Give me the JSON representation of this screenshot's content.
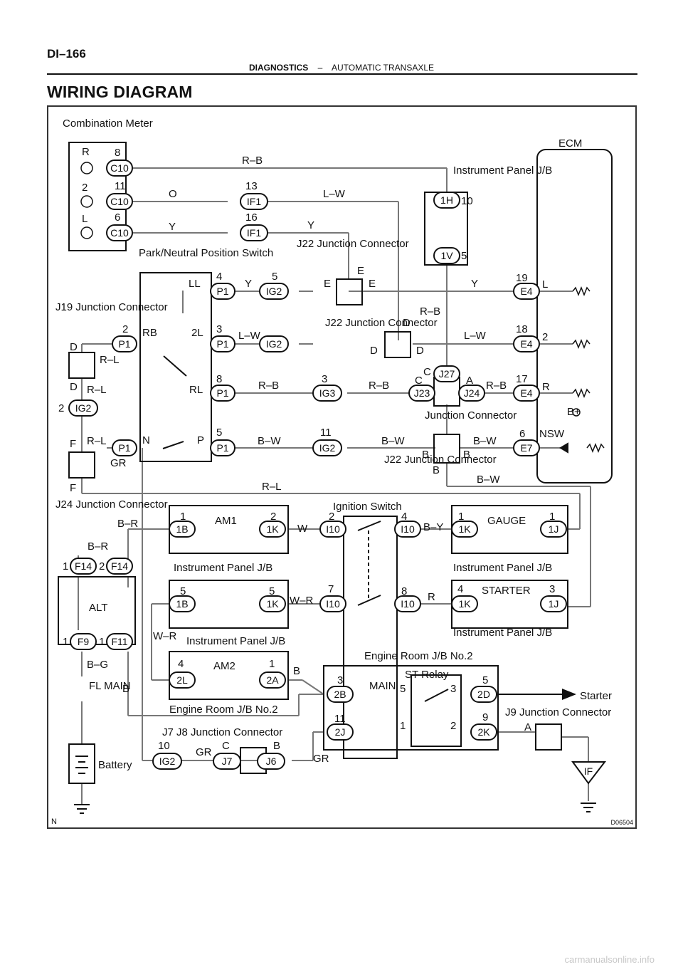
{
  "header": {
    "page_code": "DI–166",
    "section": "DIAGNOSTICS",
    "separator": "–",
    "subsection": "AUTOMATIC TRANSAXLE"
  },
  "title": "WIRING DIAGRAM",
  "figure_code": "D06504",
  "footer": "carmanualsonline.info",
  "diagram": {
    "components": [
      {
        "id": "combination-meter",
        "label": "Combination Meter"
      },
      {
        "id": "ecm",
        "label": "ECM"
      },
      {
        "id": "park-neutral-switch",
        "label": "Park/Neutral Position Switch"
      },
      {
        "id": "instrument-panel-jb",
        "label": "Instrument Panel J/B"
      },
      {
        "id": "j22-junction-connector",
        "label": "J22 Junction Connector"
      },
      {
        "id": "j19-junction-connector",
        "label": "J19 Junction Connector"
      },
      {
        "id": "j24-junction-connector",
        "label": "J24 Junction Connector"
      },
      {
        "id": "junction-connector",
        "label": "Junction Connector"
      },
      {
        "id": "ignition-switch",
        "label": "Ignition Switch"
      },
      {
        "id": "alternator",
        "label": "ALT"
      },
      {
        "id": "fl-main",
        "label": "FL MAIN"
      },
      {
        "id": "battery",
        "label": "Battery"
      },
      {
        "id": "am1-fuse",
        "label": "AM1"
      },
      {
        "id": "am2-fuse",
        "label": "AM2"
      },
      {
        "id": "gauge-fuse",
        "label": "GAUGE"
      },
      {
        "id": "starter-fuse",
        "label": "STARTER"
      },
      {
        "id": "main-fuse",
        "label": "MAIN"
      },
      {
        "id": "st-relay",
        "label": "ST Relay"
      },
      {
        "id": "engine-room-jb-2",
        "label": "Engine Room J/B No.2"
      },
      {
        "id": "j7-j8-junction-connector",
        "label": "J7 J8 Junction Connector"
      },
      {
        "id": "j9-junction-connector",
        "label": "J9 Junction Connector"
      },
      {
        "id": "starter",
        "label": "Starter"
      },
      {
        "id": "nsw",
        "label": "NSW"
      },
      {
        "id": "b-plus",
        "label": "B+"
      }
    ],
    "wire_colors": [
      "R–B",
      "L–W",
      "O",
      "Y",
      "R–L",
      "RB",
      "LL",
      "2L",
      "RL",
      "B–W",
      "GR",
      "B–R",
      "W",
      "B–Y",
      "W–R",
      "R",
      "B–G",
      "B",
      "E"
    ],
    "labels": {
      "meter_r": "R",
      "meter_2": "2",
      "meter_l": "L",
      "c10": "C10",
      "c10_pin8": "8",
      "c10_pin11": "11",
      "c10_pin6": "6",
      "if1": "IF1",
      "if1_pin13": "13",
      "if1_pin16": "16",
      "ip_jb_1h": "1H",
      "ip_jb_1v": "1V",
      "pin10": "10",
      "pin5": "5",
      "e4": "E4",
      "e7": "E7",
      "pin19": "19",
      "pin18": "18",
      "pin17": "17",
      "pin6": "6",
      "ecm_l": "L",
      "ecm_2": "2",
      "ecm_r": "R",
      "p1": "P1",
      "ig2": "IG2",
      "ig3": "IG3",
      "j23": "J23",
      "j24": "J24",
      "j27": "J27",
      "f14": "F14",
      "f9": "F9",
      "f11": "F11",
      "conn_1b": "1B",
      "conn_1k": "1K",
      "conn_1j": "1J",
      "conn_2l": "2L",
      "conn_2a": "2A",
      "conn_2b": "2B",
      "conn_2d": "2D",
      "conn_2j": "2J",
      "conn_2k": "2K",
      "i10": "I10",
      "j7": "J7",
      "j6": "J6",
      "if": "IF",
      "pin_d": "D",
      "pin_e": "E",
      "pin_b": "B",
      "pin_c": "C",
      "pin_a": "A",
      "pin_f": "F",
      "sw_n": "N",
      "sw_p": "P",
      "n1": "1",
      "n2": "2",
      "n3": "3",
      "n4": "4",
      "n5": "5",
      "n7": "7",
      "n8": "8",
      "n9": "9",
      "n10": "10",
      "n11": "11"
    }
  }
}
